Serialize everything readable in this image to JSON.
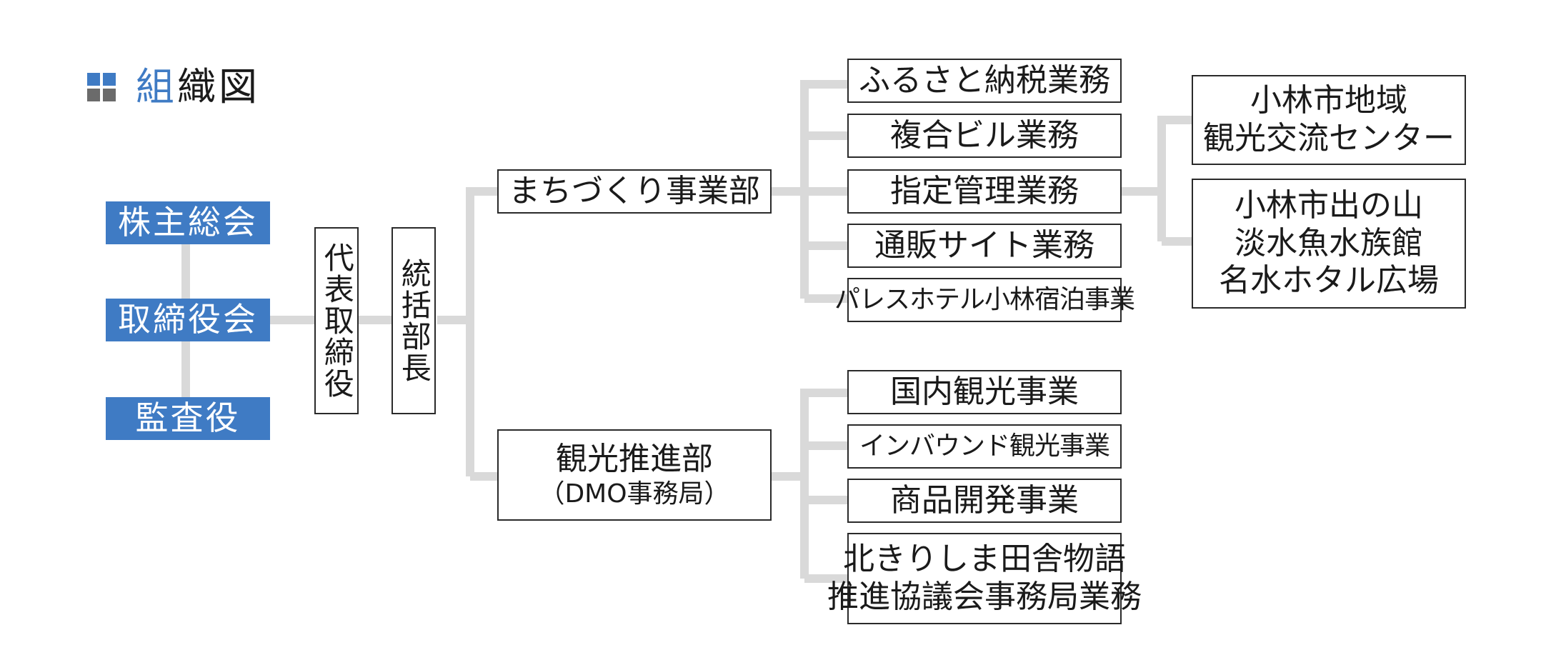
{
  "title": {
    "accent": "組",
    "rest": "織図"
  },
  "colors": {
    "accent": "#3f7bc4",
    "line": "#d9d9d9",
    "border": "#2a2a2a",
    "icon_blue": "#3f7bc4",
    "icon_gray": "#6b6b6b"
  },
  "governance": {
    "shareholders": "株主総会",
    "board": "取締役会",
    "auditor": "監査役"
  },
  "executive": {
    "ceo": "代表取締役",
    "general_manager": "統括部長"
  },
  "departments": {
    "machizukuri": {
      "name": "まちづくり事業部",
      "units": [
        "ふるさと納税業務",
        "複合ビル業務",
        "指定管理業務",
        "通販サイト業務",
        "パレスホテル小林宿泊事業"
      ],
      "facilities": [
        [
          "小林市地域",
          "観光交流センター"
        ],
        [
          "小林市出の山",
          "淡水魚水族館",
          "名水ホタル広場"
        ]
      ]
    },
    "tourism": {
      "name": "観光推進部",
      "sub": "（DMO事務局）",
      "units": [
        "国内観光事業",
        "インバウンド観光事業",
        "商品開発事業"
      ],
      "council": [
        "北きりしま田舎物語",
        "推進協議会事務局業務"
      ]
    }
  }
}
